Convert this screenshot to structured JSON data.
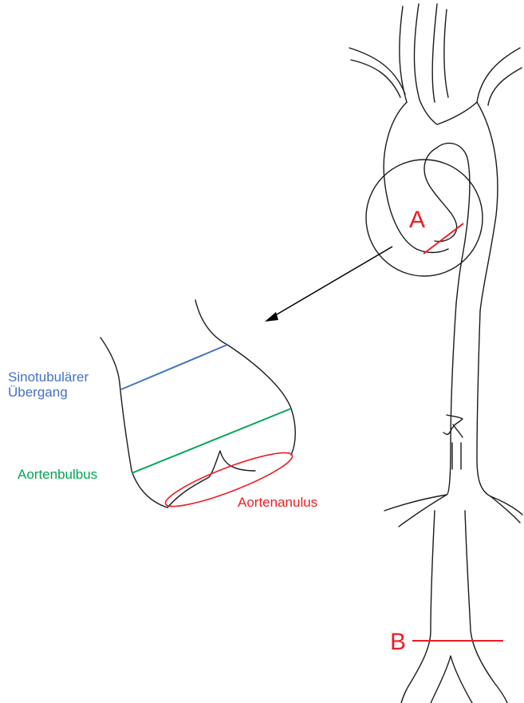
{
  "colors": {
    "outline": "#1a1a1a",
    "sinotubular": "#4472c4",
    "bulbus": "#00a651",
    "anulus": "#ee1c25",
    "marker": "#ee1c25"
  },
  "labels": {
    "sinotubular": [
      "Sinotubulärer",
      "Übergang"
    ],
    "bulbus": "Aortenbulbus",
    "anulus": "Aortenanulus",
    "marker_a": "A",
    "marker_b": "B"
  }
}
